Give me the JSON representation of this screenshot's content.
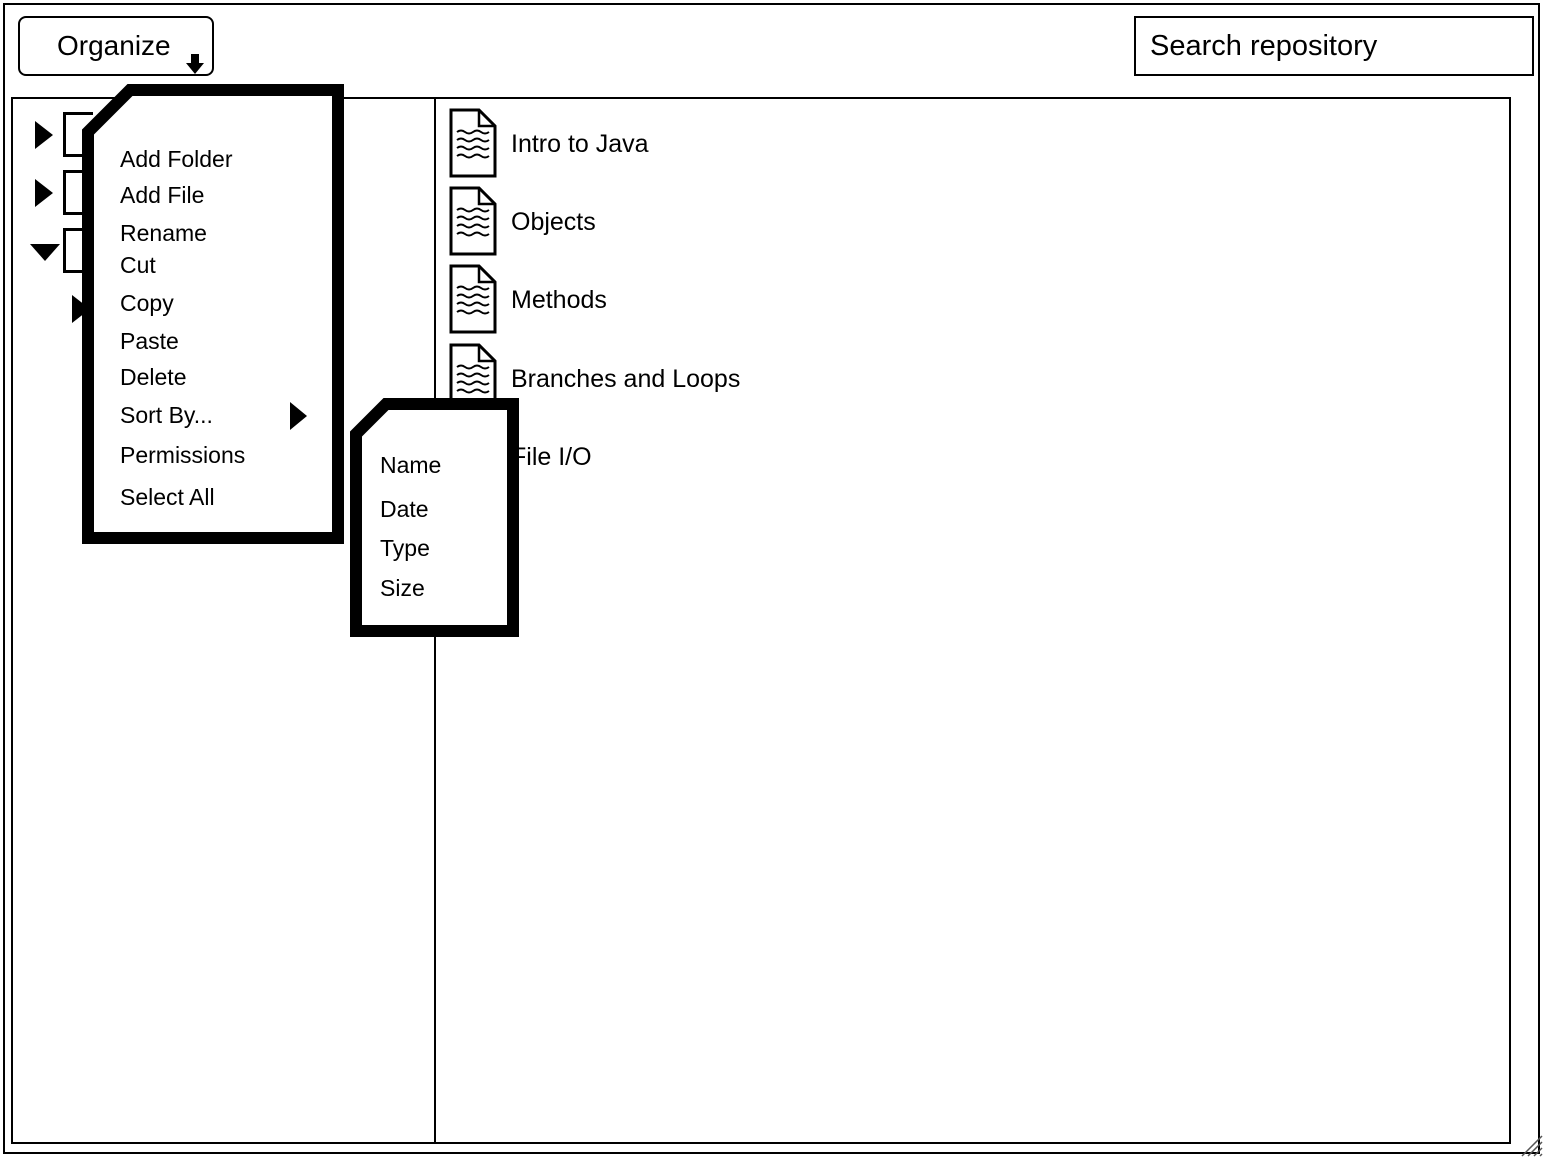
{
  "toolbar": {
    "organize_label": "Organize",
    "search_placeholder": "Search repository"
  },
  "tree": {
    "rows": [
      {
        "state": "collapsed"
      },
      {
        "state": "collapsed"
      },
      {
        "state": "expanded"
      },
      {
        "state": "collapsed",
        "indent": 1
      }
    ]
  },
  "files": [
    {
      "name": "Intro to Java",
      "icon": "document-icon"
    },
    {
      "name": "Objects",
      "icon": "document-icon"
    },
    {
      "name": "Methods",
      "icon": "document-icon"
    },
    {
      "name": "Branches and Loops",
      "icon": "document-icon"
    },
    {
      "name": "File I/O",
      "icon": "document-icon"
    }
  ],
  "context_menu": {
    "items": [
      {
        "label": "Add Folder"
      },
      {
        "label": "Add File"
      },
      {
        "label": "Rename"
      },
      {
        "label": "Cut"
      },
      {
        "label": "Copy"
      },
      {
        "label": "Paste"
      },
      {
        "label": "Delete"
      },
      {
        "label": "Sort By...",
        "has_submenu": true
      },
      {
        "label": "Permissions"
      },
      {
        "label": "Select All"
      }
    ]
  },
  "sort_submenu": {
    "items": [
      {
        "label": "Name"
      },
      {
        "label": "Date"
      },
      {
        "label": "Type"
      },
      {
        "label": "Size"
      }
    ]
  }
}
